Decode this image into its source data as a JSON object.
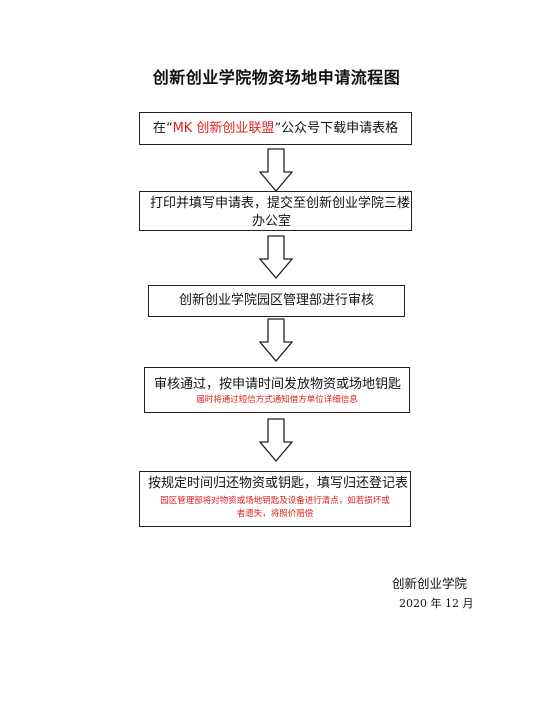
{
  "title": "创新创业学院物资场地申请流程图",
  "steps": [
    {
      "prefix": "在“",
      "highlight": "MK 创新创业联盟",
      "suffix": "”公众号下载申请表格"
    },
    {
      "line1": "打印并填写申请表，提交至创新创业学院三楼",
      "line2": "办公室"
    },
    {
      "text": "创新创业学院园区管理部进行审核"
    },
    {
      "text": "审核通过，按申请时间发放物资或场地钥匙",
      "note": "届时将通过短信方式通知借方单位详细信息"
    },
    {
      "text": "按规定时间归还物资或钥匙，填写归还登记表",
      "note_line1": "园区管理部将对物资或场地钥匙及设备进行清点，如若损坏或",
      "note_line2": "者遗失，将照价赔偿"
    }
  ],
  "footer": {
    "org": "创新创业学院",
    "date": "2020 年 12 月"
  }
}
